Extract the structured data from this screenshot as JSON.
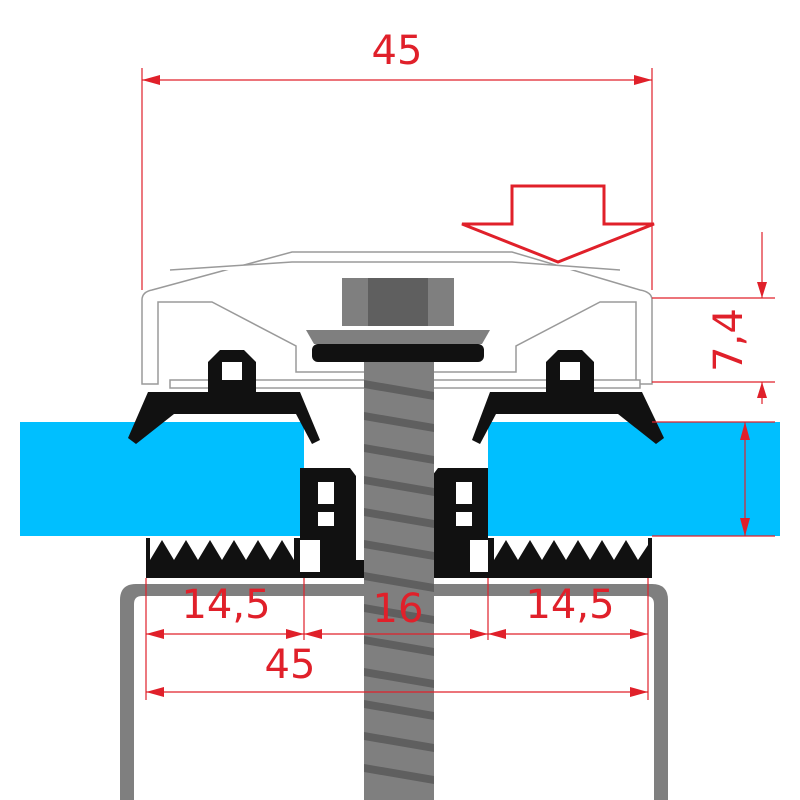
{
  "dimensions": {
    "cap_width": "45",
    "thickness_label": "7,4",
    "left_span": "14,5",
    "center_span": "16",
    "right_span": "14,5",
    "base_width": "45"
  },
  "colors": {
    "dimension": "#e0202a",
    "panel": "#00bfff",
    "rubber_seal": "#111111",
    "steel": "#7f7f7f",
    "outline": "#9a9a9a"
  },
  "symbols": {
    "load_arrow": "arrow-down-icon"
  }
}
